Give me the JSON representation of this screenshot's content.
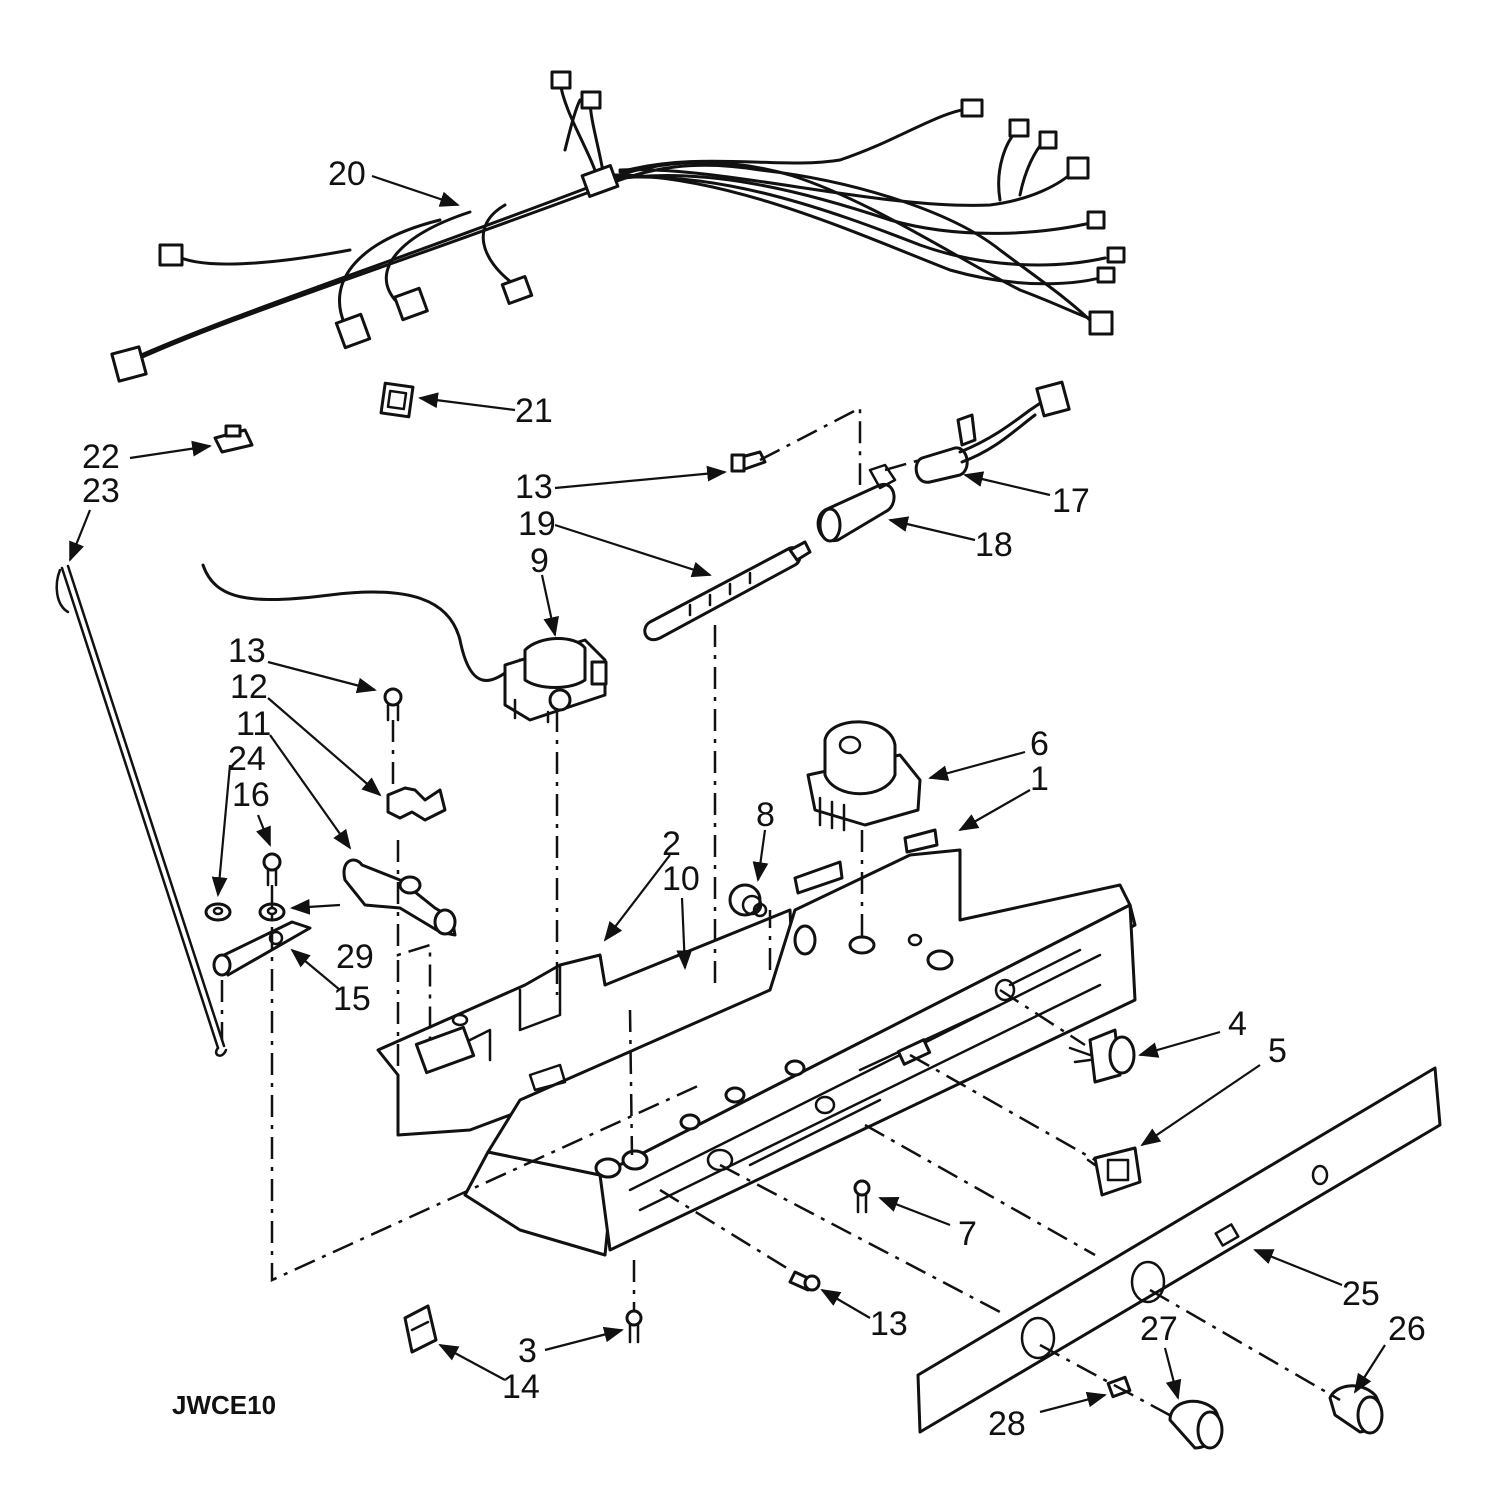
{
  "diagram": {
    "code": "JWCE10",
    "callouts": {
      "c1": "1",
      "c2": "2",
      "c3": "3",
      "c4": "4",
      "c5": "5",
      "c6": "6",
      "c7": "7",
      "c8": "8",
      "c9": "9",
      "c10": "10",
      "c11": "11",
      "c12": "12",
      "c13a": "13",
      "c13b": "13",
      "c13c": "13",
      "c14": "14",
      "c15": "15",
      "c16": "16",
      "c17": "17",
      "c18": "18",
      "c19": "19",
      "c20": "20",
      "c21": "21",
      "c22": "22",
      "c23": "23",
      "c24": "24",
      "c25": "25",
      "c26": "26",
      "c27": "27",
      "c28": "28",
      "c29": "29"
    }
  }
}
